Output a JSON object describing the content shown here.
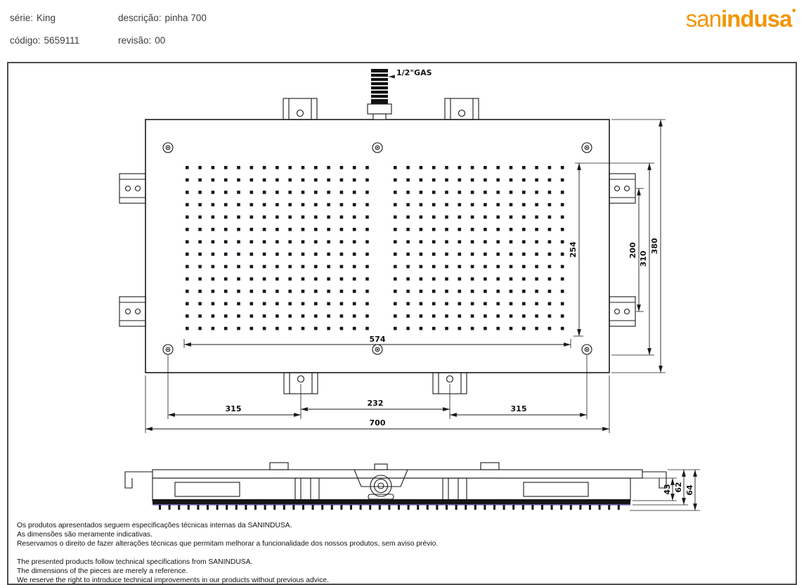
{
  "header": {
    "fields": {
      "serie": {
        "label": "série:",
        "value": "King"
      },
      "codigo": {
        "label": "código:",
        "value": "5659111"
      },
      "descricao": {
        "label": "descrição:",
        "value": "pinha 700"
      },
      "revisao": {
        "label": "revisão:",
        "value": "00"
      }
    },
    "logo": {
      "part1": "san",
      "part2": "indusa",
      "mark": "●",
      "color": "#F39500"
    }
  },
  "drawing": {
    "inlet_label": "1/2\"GAS",
    "dims": {
      "d700": "700",
      "d574": "574",
      "d315": "315",
      "d232": "232",
      "d380": "380",
      "d310": "310",
      "d254": "254",
      "d200": "200",
      "d43": "43",
      "d62": "62",
      "d64": "64"
    },
    "line_color": "#1a1a1a",
    "accent_purple": "#6b57a5"
  },
  "footer": {
    "pt": [
      "Os produtos apresentados seguem especificações técnicas internas da SANINDUSA.",
      "As dimensões são meramente indicativas.",
      "Reservamos o direito de fazer alterações técnicas que permitam melhorar a funcionalidade dos nossos produtos, sem aviso prévio."
    ],
    "en": [
      "The presented products follow technical specifications from SANINDUSA.",
      "The dimensions of the pieces are merely a reference.",
      "We reserve the right to introduce technical improvements in our products without previous advice."
    ]
  }
}
